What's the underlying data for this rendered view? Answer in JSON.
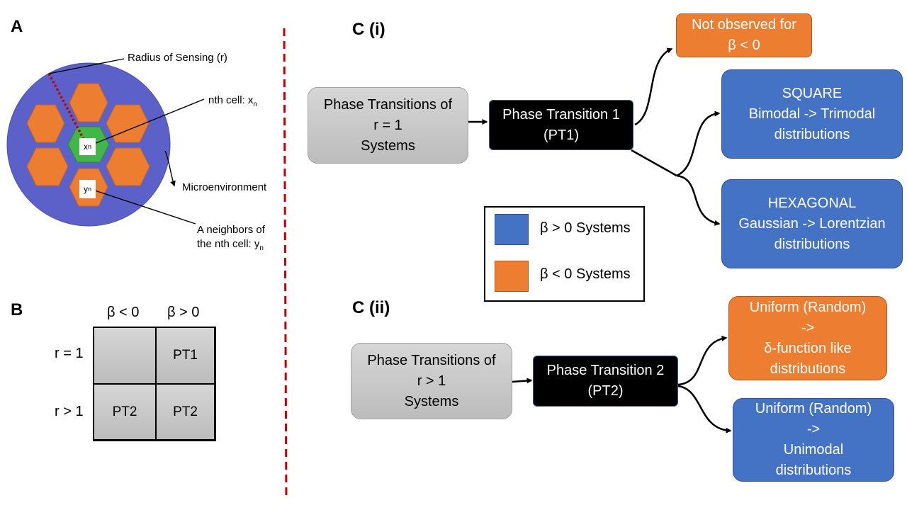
{
  "panels": {
    "a": "A",
    "b": "B",
    "ci": "C (i)",
    "cii": "C (ii)"
  },
  "panel_a": {
    "radius_label": "Radius of Sensing (r)",
    "nth_cell_label": "nth cell: x",
    "nth_cell_sub": "n",
    "microenvironment_label": "Microenvironment",
    "neighbors_label_line1": "A neighbors of",
    "neighbors_label_line2": "the nth cell: y",
    "neighbors_sub": "n",
    "center_cell_main": "x",
    "center_cell_sub": "n",
    "neighbor_cell_main": "y",
    "neighbor_cell_sub": "n",
    "colors": {
      "disk": "#5b61c9",
      "hexagon": "#ed7d31",
      "center_hexagon": "#43b649",
      "radius_line": "#c00000"
    }
  },
  "panel_b": {
    "col_headers": [
      "β < 0",
      "β > 0"
    ],
    "row_headers": [
      "r = 1",
      "r > 1"
    ],
    "cells": [
      [
        "",
        "PT1"
      ],
      [
        "PT2",
        "PT2"
      ]
    ]
  },
  "panel_ci": {
    "source": "Phase Transitions of\nr = 1\nSystems",
    "transition": "Phase Transition 1\n(PT1)",
    "not_observed": "Not observed for\nβ < 0",
    "square": "SQUARE\nBimodal -> Trimodal\ndistributions",
    "hexagonal": "HEXAGONAL\nGaussian -> Lorentzian\ndistributions"
  },
  "legend": {
    "items": [
      {
        "label": "β > 0 Systems",
        "color": "#4472c4"
      },
      {
        "label": "β < 0 Systems",
        "color": "#ed7d31"
      }
    ]
  },
  "panel_cii": {
    "source": "Phase Transitions of\nr > 1\nSystems",
    "transition": "Phase Transition 2\n(PT2)",
    "orange_outcome": "Uniform (Random)\n->\nδ-function like\ndistributions",
    "blue_outcome": "Uniform (Random)\n->\nUnimodal\ndistributions"
  },
  "divider_color": "#c00000"
}
